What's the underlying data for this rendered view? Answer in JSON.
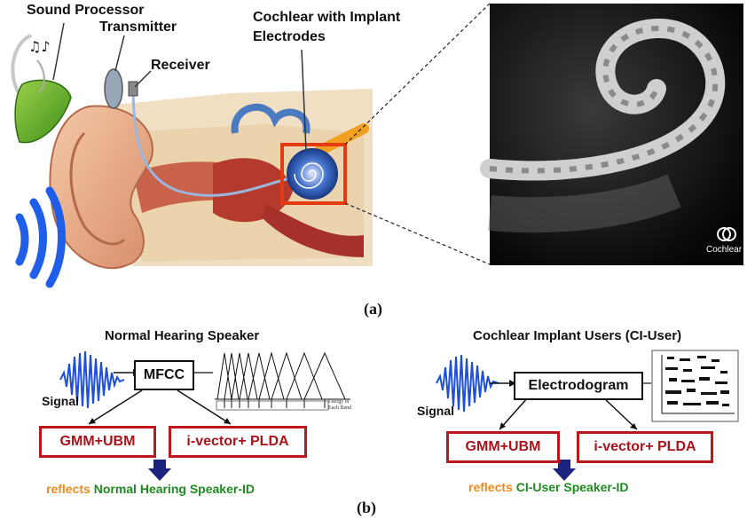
{
  "panel_a": {
    "labels": {
      "sound_processor": "Sound Processor",
      "transmitter": "Transmitter",
      "receiver": "Receiver",
      "cochlear_line1": "Cochlear with Implant",
      "cochlear_line2": "Electrodes"
    },
    "brand": "Cochlear",
    "caption": "(a)"
  },
  "panel_b": {
    "left": {
      "title": "Normal Hearing Speaker",
      "signal": "Signal",
      "feature_box": "MFCC",
      "model1": "GMM+UBM",
      "model2": "i-vector+  PLDA",
      "reflects": "reflects",
      "result": "Normal Hearing Speaker-ID",
      "filterbank_note": "Energy in Each Band"
    },
    "right": {
      "title": "Cochlear Implant Users (CI-User)",
      "signal": "Signal",
      "feature_box": "Electrodogram",
      "model1": "GMM+UBM",
      "model2": "i-vector+  PLDA",
      "reflects": "reflects",
      "result": "CI-User Speaker-ID"
    },
    "caption": "(b)"
  },
  "colors": {
    "red_box": "#c0161b",
    "orange_text": "#f08a1c",
    "green_text": "#1f8a1f",
    "arrow_navy": "#1a237e",
    "signal_blue": "#1f4fd8"
  }
}
